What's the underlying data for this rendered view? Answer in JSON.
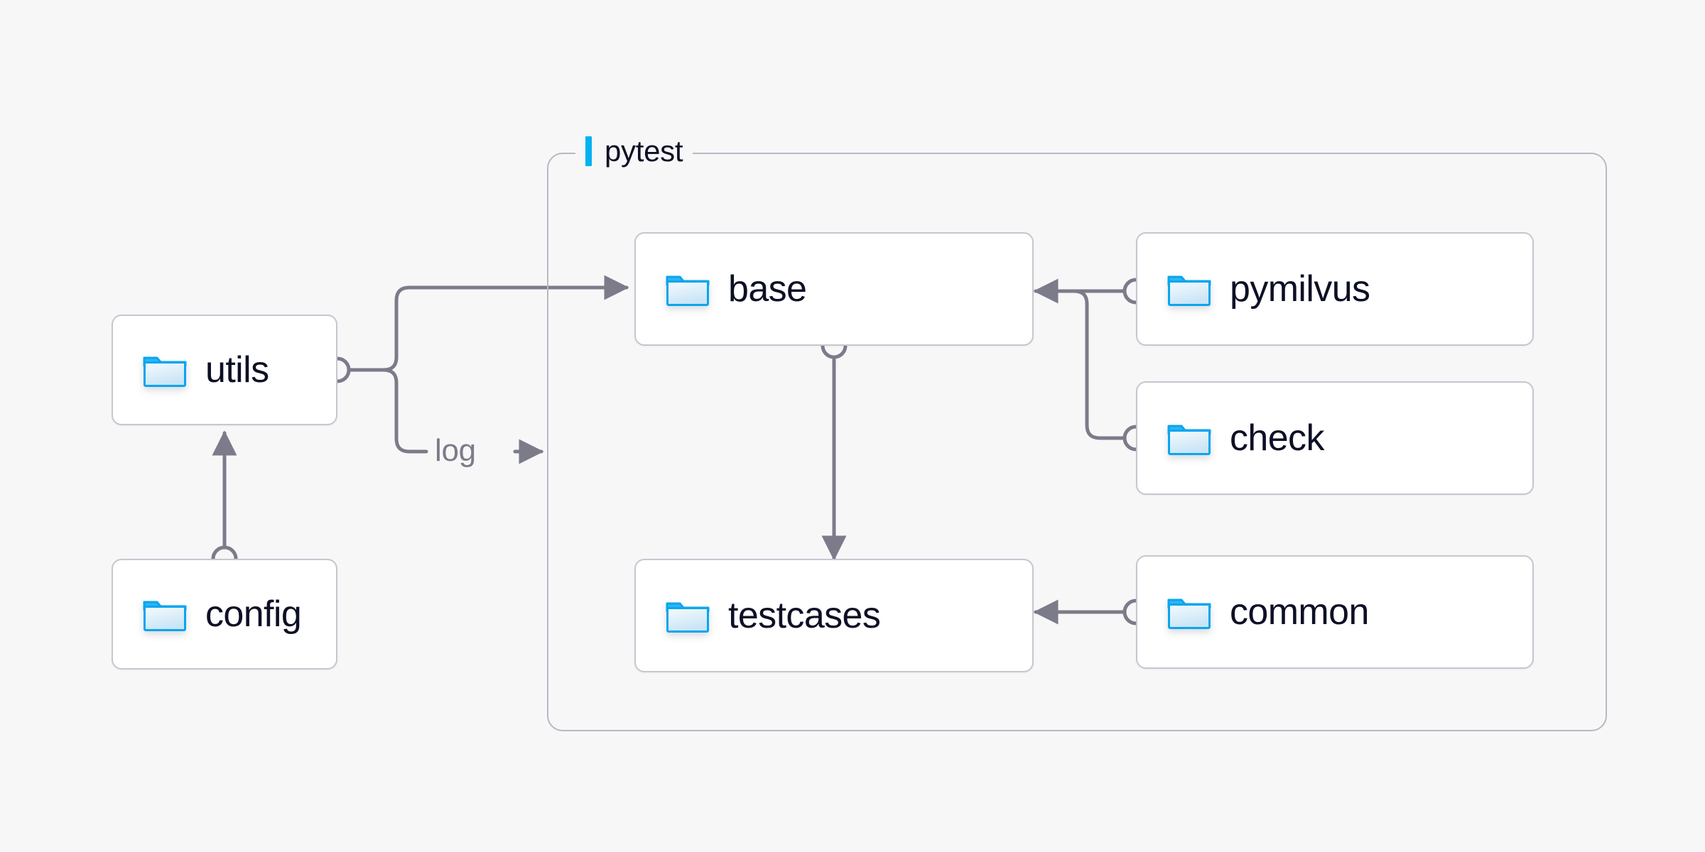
{
  "diagram": {
    "type": "folder-dependency-diagram",
    "background_color": "#f7f7f8",
    "accent_color": "#00b2f0",
    "edge_color": "#7c7b8a",
    "node_border_color": "#c7c6d0",
    "group_border_color": "#b9b8c4",
    "text_color": "#0d1025"
  },
  "group": {
    "title": "pytest",
    "accent_bar_color": "#00b2f0"
  },
  "nodes": [
    {
      "id": "utils",
      "label": "utils",
      "icon": "folder-icon"
    },
    {
      "id": "config",
      "label": "config",
      "icon": "folder-icon"
    },
    {
      "id": "base",
      "label": "base",
      "icon": "folder-icon"
    },
    {
      "id": "testcases",
      "label": "testcases",
      "icon": "folder-icon"
    },
    {
      "id": "pymilvus",
      "label": "pymilvus",
      "icon": "folder-icon"
    },
    {
      "id": "check",
      "label": "check",
      "icon": "folder-icon"
    },
    {
      "id": "common",
      "label": "common",
      "icon": "folder-icon"
    }
  ],
  "edges": [
    {
      "from": "config",
      "to": "utils",
      "label": ""
    },
    {
      "from": "utils",
      "to": "base",
      "label": ""
    },
    {
      "from": "utils",
      "to": "pytest",
      "label": "log"
    },
    {
      "from": "base",
      "to": "testcases",
      "label": ""
    },
    {
      "from": "pymilvus",
      "to": "base",
      "label": ""
    },
    {
      "from": "check",
      "to": "base",
      "label": ""
    },
    {
      "from": "common",
      "to": "testcases",
      "label": ""
    }
  ],
  "edge_labels": {
    "log": "log"
  }
}
